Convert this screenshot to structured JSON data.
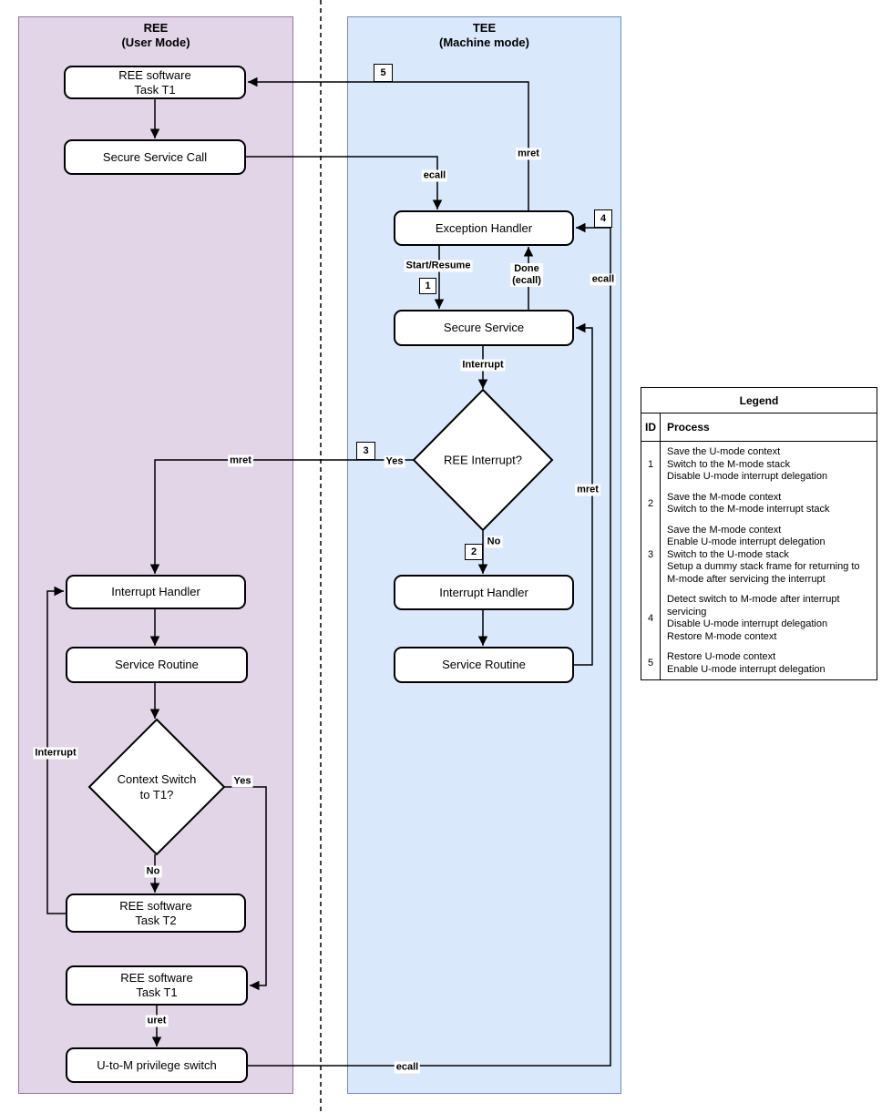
{
  "diagram": {
    "panels": {
      "ree": {
        "title": "REE",
        "subtitle": "(User Mode)",
        "fill": "#E1D5E7",
        "border": "#9673A6"
      },
      "tee": {
        "title": "TEE",
        "subtitle": "(Machine mode)",
        "fill": "#DAE8FC",
        "border": "#6C8EBF"
      }
    },
    "nodes": {
      "ree_task_t1_top": {
        "lines": [
          "REE software",
          "Task T1"
        ]
      },
      "secure_service_call": {
        "lines": [
          "Secure Service Call"
        ]
      },
      "exception_handler": {
        "lines": [
          "Exception Handler"
        ]
      },
      "secure_service": {
        "lines": [
          "Secure Service"
        ]
      },
      "ree_interrupt_decision": {
        "lines": [
          "REE Interrupt?"
        ]
      },
      "tee_interrupt_handler": {
        "lines": [
          "Interrupt Handler"
        ]
      },
      "tee_service_routine": {
        "lines": [
          "Service Routine"
        ]
      },
      "ree_interrupt_handler": {
        "lines": [
          "Interrupt Handler"
        ]
      },
      "ree_service_routine": {
        "lines": [
          "Service Routine"
        ]
      },
      "context_switch_decision": {
        "lines": [
          "Context Switch",
          "to T1?"
        ]
      },
      "ree_task_t2": {
        "lines": [
          "REE software",
          "Task T2"
        ]
      },
      "ree_task_t1_bottom": {
        "lines": [
          "REE software",
          "Task T1"
        ]
      },
      "u_to_m_switch": {
        "lines": [
          "U-to-M privilege switch"
        ]
      }
    },
    "labels": {
      "ecall_top": "ecall",
      "mret_top": "mret",
      "start_resume": "Start/Resume",
      "done_ecall": {
        "lines": [
          "Done",
          "(ecall)"
        ]
      },
      "ecall_right": "ecall",
      "interrupt_tee": "Interrupt",
      "yes_tee": "Yes",
      "no_tee": "No",
      "mret_right": "mret",
      "mret_left": "mret",
      "interrupt_ree": "Interrupt",
      "yes_ree": "Yes",
      "no_ree": "No",
      "uret": "uret",
      "ecall_bottom": "ecall"
    },
    "steps": {
      "s1": "1",
      "s2": "2",
      "s3": "3",
      "s4": "4",
      "s5": "5"
    }
  },
  "legend": {
    "title": "Legend",
    "col_id": "ID",
    "col_process": "Process",
    "rows": [
      {
        "id": "1",
        "lines": [
          "Save the U-mode context",
          "Switch to the M-mode stack",
          "Disable U-mode interrupt delegation"
        ]
      },
      {
        "id": "2",
        "lines": [
          "Save the M-mode context",
          "Switch to the M-mode interrupt stack"
        ]
      },
      {
        "id": "3",
        "lines": [
          "Save the M-mode context",
          "Enable U-mode interrupt delegation",
          "Switch to the U-mode stack",
          "Setup a dummy stack frame for returning to M-mode after servicing the interrupt"
        ]
      },
      {
        "id": "4",
        "lines": [
          "Detect switch to M-mode after interrupt servicing",
          "Disable U-mode interrupt delegation",
          "Restore M-mode context"
        ]
      },
      {
        "id": "5",
        "lines": [
          "Restore U-mode context",
          "Enable U-mode interrupt delegation"
        ]
      }
    ]
  }
}
